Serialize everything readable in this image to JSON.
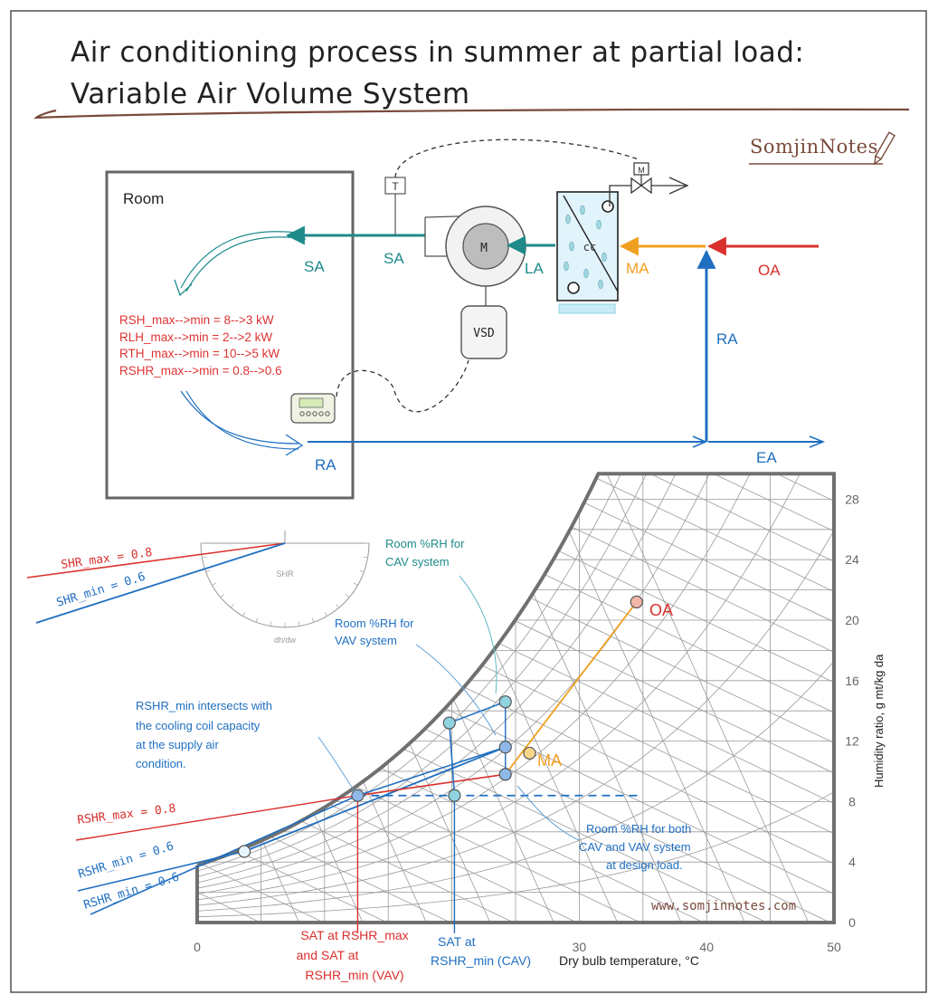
{
  "title": {
    "line1": "Air conditioning process in summer at partial load:",
    "line2": "Variable Air Volume System"
  },
  "brand": "SomjinNotes",
  "website": "www.somjinnotes.com",
  "schematic": {
    "room_label": "Room",
    "loads": [
      "RSH_max-->min = 8-->3 kW",
      "RLH_max-->min = 2-->2 kW",
      "RTH_max-->min = 10-->5 kW",
      "RSHR_max-->min = 0.8-->0.6"
    ],
    "labels": {
      "sa_room": "SA",
      "sa_duct": "SA",
      "la": "LA",
      "ma": "MA",
      "oa": "OA",
      "ra_vertical": "RA",
      "ra_room": "RA",
      "ea": "EA",
      "fan_motor": "M",
      "vsd": "VSD",
      "thermostat": "T",
      "valve_actuator": "M",
      "coil": "cc"
    }
  },
  "shr_protractor": {
    "center_label": "SHR",
    "bottom_label": "dh/dw"
  },
  "chart_data": {
    "type": "psychrometric",
    "xlabel": "Dry bulb temperature, °C",
    "ylabel": "Humidity ratio, g mt/kg da",
    "x_ticks": [
      0,
      10,
      20,
      30,
      40,
      50
    ],
    "x_tick_labels": [
      "0",
      "",
      "",
      "30",
      "40",
      "50"
    ],
    "y_ticks": [
      0,
      4,
      8,
      12,
      16,
      20,
      24,
      28
    ],
    "xlim": [
      0,
      50
    ],
    "ylim": [
      0,
      30
    ],
    "points": [
      {
        "name": "OA",
        "x": 34.5,
        "y": 21.2,
        "color": "#f2b6a6"
      },
      {
        "name": "MA",
        "x": 26.1,
        "y": 11.2,
        "color": "#f6d78a"
      },
      {
        "name": "room-cav",
        "x": 24.2,
        "y": 14.6,
        "color": "#8fd3e0"
      },
      {
        "name": "room-vav",
        "x": 19.8,
        "y": 13.2,
        "color": "#8fd3e0"
      },
      {
        "name": "room-mid",
        "x": 24.2,
        "y": 11.6,
        "color": "#8fb8e8"
      },
      {
        "name": "room-design",
        "x": 24.2,
        "y": 9.8,
        "color": "#8fb8e8"
      },
      {
        "name": "sat-max",
        "x": 12.6,
        "y": 8.4,
        "color": "#8fb8e8"
      },
      {
        "name": "sat-cav",
        "x": 20.2,
        "y": 8.4,
        "color": "#8fd3e0"
      },
      {
        "name": "rshr-origin",
        "x": 3.7,
        "y": 4.7,
        "color": "#e6f4fb"
      }
    ],
    "labels": {
      "oa": "OA",
      "ma": "MA"
    },
    "annotations": {
      "shr_max": "SHR_max = 0.8",
      "shr_min": "SHR_min = 0.6",
      "rshr_max": "RSHR_max = 0.8",
      "rshr_min_1": "RSHR_min = 0.6",
      "rshr_min_2": "RSHR_min = 0.6",
      "room_rh_cav": [
        "Room %RH for",
        "CAV system"
      ],
      "room_rh_vav": [
        "Room %RH for",
        "VAV system"
      ],
      "rshr_intersect": [
        "RSHR_min intersects with",
        "the cooling coil capacity",
        "at the supply air",
        "condition."
      ],
      "room_rh_both": [
        "Room %RH for both",
        "CAV and VAV system",
        "at design load."
      ],
      "sat_max": [
        "SAT at RSHR_max",
        "and SAT at",
        "RSHR_min (VAV)"
      ],
      "sat_cav": [
        "SAT at",
        "RSHR_min (CAV)"
      ]
    },
    "colors": {
      "red": "#d9302c",
      "blue": "#1f6fc1",
      "teal": "#1f8a8a",
      "orange": "#f0a020",
      "grid": "#9a9a9a",
      "saturation": "#707070"
    }
  }
}
